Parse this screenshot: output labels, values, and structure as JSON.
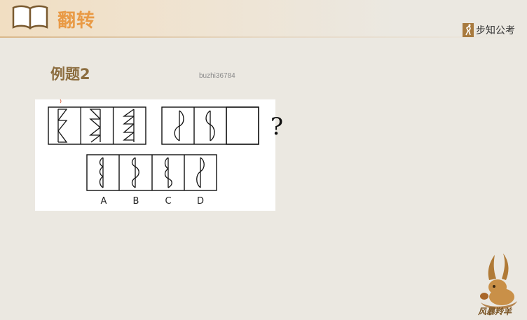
{
  "header": {
    "title": "翻转",
    "brand": "步知公考"
  },
  "main": {
    "example_title": "例题2",
    "watermark": "buzhi36784",
    "question_mark": "?",
    "options": [
      "A",
      "B",
      "C",
      "D"
    ]
  },
  "footer": {
    "mascot_text": "风暴羚羊"
  },
  "colors": {
    "accent": "#e99a45",
    "example_title": "#8c6d3f",
    "background": "#ebe8e1"
  },
  "icons": [
    "book-icon",
    "brand-climber-icon",
    "antelope-mascot-icon"
  ]
}
